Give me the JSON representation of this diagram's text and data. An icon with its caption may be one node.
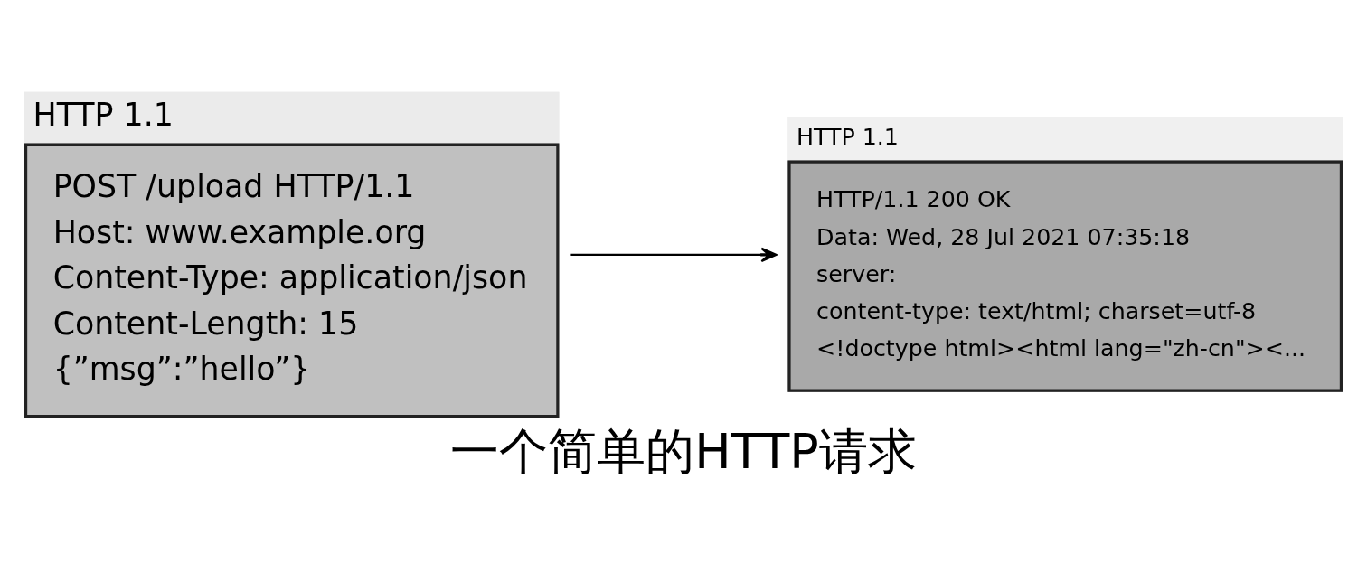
{
  "diagram": {
    "caption": "一个简单的HTTP请求",
    "nodes": [
      {
        "text": [
          "HTTP 1.1",
          "POST /upload HTTP/1.1",
          "Host: www.example.org",
          "Content-Type: application/json",
          "Content-Length: 15",
          "{”msg”:”hello”}"
        ]
      },
      {
        "text": [
          "HTTP 1.1",
          "HTTP/1.1 200 OK",
          "Data: Wed, 28 Jul 2021 07:35:18",
          "server:",
          "content-type: text/html; charset=utf-8",
          "<!doctype html><html lang=\"zh-cn\"><..."
        ]
      }
    ],
    "edges": [
      {
        "from": 0,
        "to": 1,
        "arrow": "to"
      }
    ]
  }
}
